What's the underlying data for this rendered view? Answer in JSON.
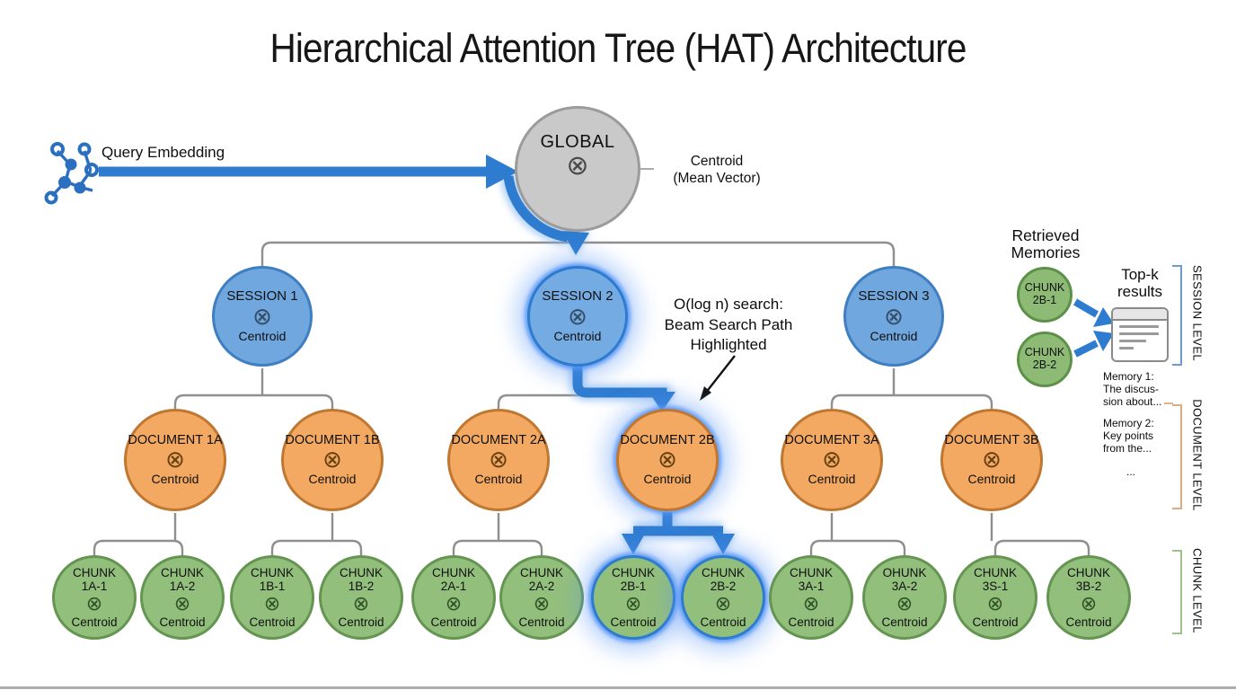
{
  "title": "Hierarchical Attention Tree (HAT) Architecture",
  "query": {
    "label": "Query Embedding"
  },
  "sym": "⊗",
  "centroid_word": "Centroid",
  "global_node": {
    "title": "GLOBAL"
  },
  "global_pointer": {
    "line1": "Centroid",
    "line2": "(Mean Vector)"
  },
  "annotation": {
    "line1": "O(log n) search:",
    "line2": "Beam Search Path",
    "line3": "Highlighted"
  },
  "sessions": [
    {
      "title": "SESSION 1"
    },
    {
      "title": "SESSION 2"
    },
    {
      "title": "SESSION 3"
    }
  ],
  "documents": [
    {
      "title": "DOCUMENT 1A"
    },
    {
      "title": "DOCUMENT 1B"
    },
    {
      "title": "DOCUMENT 2A"
    },
    {
      "title": "DOCUMENT 2B"
    },
    {
      "title": "DOCUMENT 3A"
    },
    {
      "title": "DOCUMENT 3B"
    }
  ],
  "chunks": [
    {
      "line1": "CHUNK",
      "line2": "1A-1"
    },
    {
      "line1": "CHUNK",
      "line2": "1A-2"
    },
    {
      "line1": "CHUNK",
      "line2": "1B-1"
    },
    {
      "line1": "CHUNK",
      "line2": "1B-2"
    },
    {
      "line1": "CHUNK",
      "line2": "2A-1"
    },
    {
      "line1": "CHUNK",
      "line2": "2A-2"
    },
    {
      "line1": "CHUNK",
      "line2": "2B-1"
    },
    {
      "line1": "CHUNK",
      "line2": "2B-2"
    },
    {
      "line1": "CHUNK",
      "line2": "3A-1"
    },
    {
      "line1": "OHUNK",
      "line2": "3A-2"
    },
    {
      "line1": "CHUNK",
      "line2": "3S-1"
    },
    {
      "line1": "CHUNK",
      "line2": "3B-2"
    }
  ],
  "retrieved": {
    "heading_line1": "Retrieved",
    "heading_line2": "Memories",
    "chunks": [
      {
        "line1": "CHUNK",
        "line2": "2B-1"
      },
      {
        "line1": "CHUNK",
        "line2": "2B-2"
      }
    ],
    "topk_line1": "Top-k",
    "topk_line2": "results",
    "memories": [
      "Memory 1:",
      "The discus-",
      "sion about...",
      "Memory 2:",
      "Key points",
      "from the...",
      "..."
    ]
  },
  "levels": [
    {
      "label": "SESSION LEVEL"
    },
    {
      "label": "DOCUMENT LEVEL"
    },
    {
      "label": "CHUNK LEVEL"
    }
  ],
  "colors": {
    "beam_blue": "#2e7cd0",
    "session_fill": "#6fa7de",
    "session_border": "#3f7fc1",
    "document_fill": "#f3a961",
    "document_border": "#c07731",
    "chunk_fill": "#93bf7d",
    "chunk_border": "#649551",
    "global_fill": "#c9c9c9",
    "global_border": "#9b9b9b",
    "connector_gray": "#8f8f8f",
    "bracket_session": "#6b9bd2",
    "bracket_document": "#ddad7e",
    "bracket_chunk": "#9fc18d"
  }
}
